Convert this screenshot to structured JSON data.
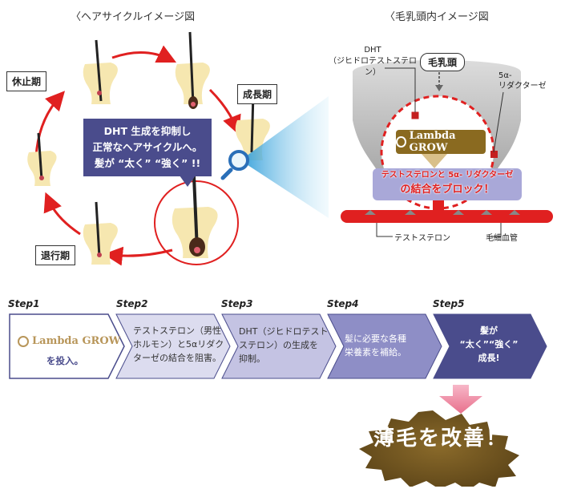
{
  "left_panel": {
    "title": "〈ヘアサイクルイメージ図",
    "stages": {
      "rest": "休止期",
      "growth": "成長期",
      "regression": "退行期"
    },
    "callout": {
      "line1": "DHT 生成を抑制し",
      "line2": "正常なヘアサイクルへ。",
      "line3": "髪が “太く” “強く” !!"
    }
  },
  "right_panel": {
    "title": "〈毛乳頭内イメージ図",
    "dht_label": "DHT\n（ジヒドロテストステロン）",
    "papilla_label": "毛乳頭",
    "reductase_label": "5α-\nリダクターゼ",
    "product_name": "Lambda GROW",
    "block_line1": "テストステロンと 5α- リダクターゼ",
    "block_line2": "の結合をブロック！",
    "testosterone_label": "テストステロン",
    "capillary_label": "毛細血管"
  },
  "steps": {
    "labels": [
      "Step1",
      "Step2",
      "Step3",
      "Step4",
      "Step5"
    ],
    "step1_product": "Lambda GROW",
    "step1_text": "を投入。",
    "step2_text": "テストステロン（男性\nホルモン）と5αリダク\nターゼの結合を阻害。",
    "step3_text": "DHT（ジヒドロテスト\nステロン）の生成を\n抑制。",
    "step4_text": "髪に必要な各種\n栄養素を補給。",
    "step5_text": "髪が\n“太く”“強く”\n成長!"
  },
  "result": {
    "text": "薄毛を改善！"
  },
  "colors": {
    "red": "#e02020",
    "navy": "#4a4c8c",
    "gold": "#b8965a",
    "badge_brown": "#8a6a20",
    "lavender": "#a9a8d8"
  }
}
